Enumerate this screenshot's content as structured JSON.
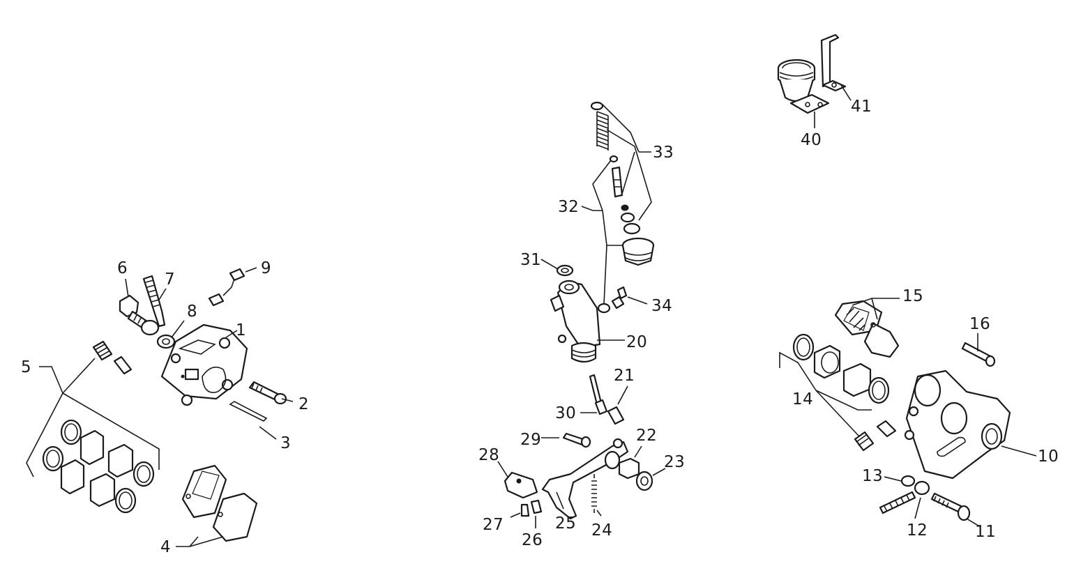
{
  "diagram": {
    "labels": [
      {
        "id": "p1",
        "text": "1"
      },
      {
        "id": "p2",
        "text": "2"
      },
      {
        "id": "p3",
        "text": "3"
      },
      {
        "id": "p4",
        "text": "4"
      },
      {
        "id": "p5",
        "text": "5"
      },
      {
        "id": "p6",
        "text": "6"
      },
      {
        "id": "p7",
        "text": "7"
      },
      {
        "id": "p8",
        "text": "8"
      },
      {
        "id": "p9",
        "text": "9"
      },
      {
        "id": "p10",
        "text": "10"
      },
      {
        "id": "p11",
        "text": "11"
      },
      {
        "id": "p12",
        "text": "12"
      },
      {
        "id": "p13",
        "text": "13"
      },
      {
        "id": "p14",
        "text": "14"
      },
      {
        "id": "p15",
        "text": "15"
      },
      {
        "id": "p16",
        "text": "16"
      },
      {
        "id": "p20",
        "text": "20"
      },
      {
        "id": "p21",
        "text": "21"
      },
      {
        "id": "p22",
        "text": "22"
      },
      {
        "id": "p23",
        "text": "23"
      },
      {
        "id": "p24",
        "text": "24"
      },
      {
        "id": "p25",
        "text": "25"
      },
      {
        "id": "p26",
        "text": "26"
      },
      {
        "id": "p27",
        "text": "27"
      },
      {
        "id": "p28",
        "text": "28"
      },
      {
        "id": "p29",
        "text": "29"
      },
      {
        "id": "p30",
        "text": "30"
      },
      {
        "id": "p31",
        "text": "31"
      },
      {
        "id": "p32",
        "text": "32"
      },
      {
        "id": "p33",
        "text": "33"
      },
      {
        "id": "p34",
        "text": "34"
      },
      {
        "id": "p40",
        "text": "40"
      },
      {
        "id": "p41",
        "text": "41"
      }
    ]
  }
}
